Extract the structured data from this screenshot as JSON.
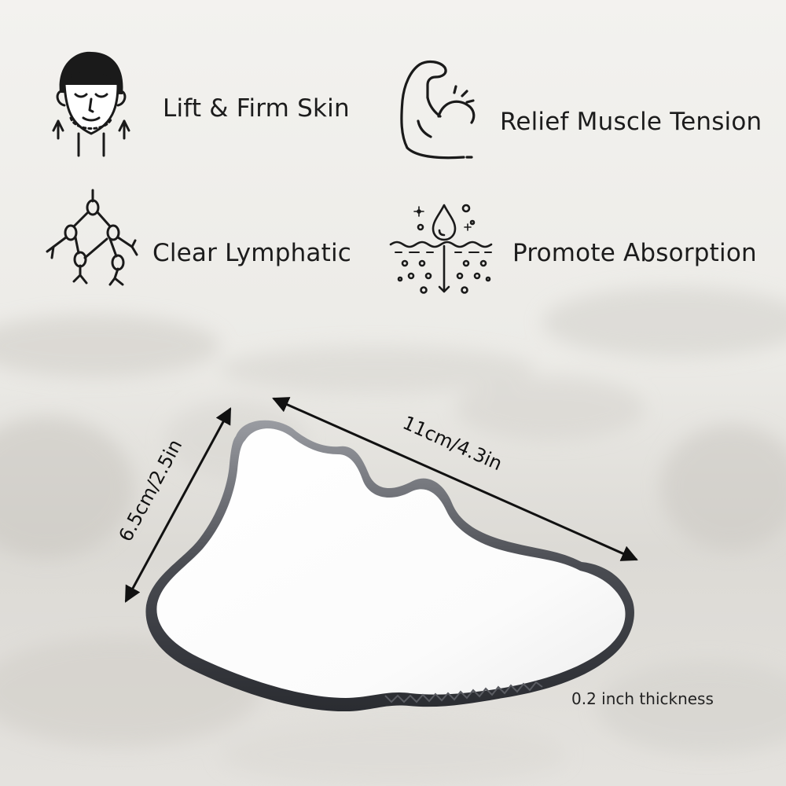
{
  "features": [
    {
      "label": "Lift & Firm Skin",
      "icon": "face-lift-icon"
    },
    {
      "label": "Relief Muscle Tension",
      "icon": "muscle-arm-icon"
    },
    {
      "label": "Clear Lymphatic",
      "icon": "lymph-node-icon"
    },
    {
      "label": "Promote Absorption",
      "icon": "skin-absorption-icon"
    }
  ],
  "dimensions": {
    "length": "11cm/4.3in",
    "width": "6.5cm/2.5in",
    "thickness": "0.2 inch thickness"
  },
  "colors": {
    "background": "#e9e8e4",
    "line": "#1a1a1a",
    "steel_light": "#ffffff",
    "steel_dark": "#3a3c42"
  }
}
